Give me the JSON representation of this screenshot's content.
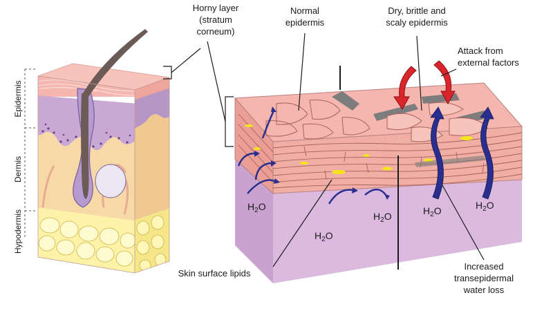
{
  "labels": {
    "horny_layer": [
      "Horny layer",
      "(stratum",
      "corneum)"
    ],
    "normal_epidermis": [
      "Normal",
      "epidermis"
    ],
    "dry_epidermis": [
      "Dry, brittle and",
      "scaly epidermis"
    ],
    "attack": [
      "Attack from",
      "external factors"
    ],
    "lipids": "Skin surface lipids",
    "tewl": [
      "Increased",
      "transepidermal",
      "water loss"
    ],
    "water": {
      "main": "H",
      "sub": "2",
      "tail": "O"
    }
  },
  "layers": [
    "Epidermis",
    "Dermis",
    "Hypodermis"
  ],
  "colors": {
    "stratum": "#f4b6ae",
    "epidermis": "#c9a8d4",
    "dermis": "#f6d9a6",
    "hypodermis": "#fdf2a8",
    "base": "#dcbadf",
    "water_arrow": "#2a2f8f",
    "attack_arrow": "#d9262b",
    "lipid": "#f5e61c"
  }
}
